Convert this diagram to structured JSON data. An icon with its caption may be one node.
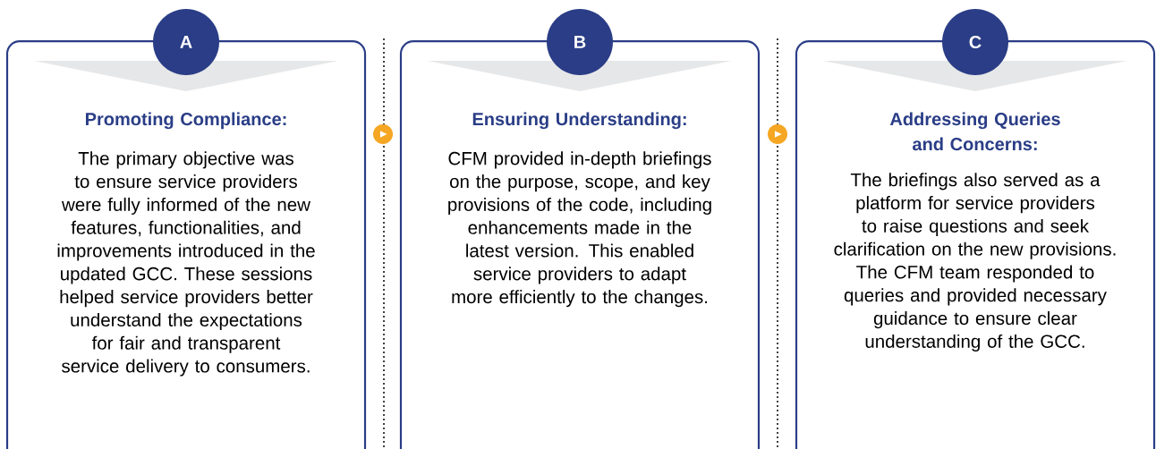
{
  "diagram": {
    "nodes": [
      {
        "text": [
          "A"
        ]
      },
      {
        "text": [
          "Promoting Compliance:",
          "The primary objective was to ensure service providers were fully informed of the new features, functionalities, and improvements introduced in the updated GCC. These sessions helped service providers better understand the expectations for fair and transparent service delivery to consumers."
        ]
      },
      {
        "text": [
          "B"
        ]
      },
      {
        "text": [
          "Ensuring Understanding:",
          "CFM provided in-depth briefings on the purpose, scope, and key provisions of the code, including enhancements made in the latest version. This enabled service providers to adapt more efficiently to the changes."
        ]
      },
      {
        "text": [
          "C"
        ]
      },
      {
        "text": [
          "Addressing Queries and Concerns:",
          "The briefings also served as a platform for service providers to raise questions and seek clarification on the new provisions. The CFM team responded to queries and provided necessary guidance to ensure clear understanding of the GCC."
        ]
      }
    ],
    "edges": [
      {
        "from": 1,
        "to": 3,
        "arrow": "to"
      },
      {
        "from": 3,
        "to": 5,
        "arrow": "to"
      }
    ]
  }
}
